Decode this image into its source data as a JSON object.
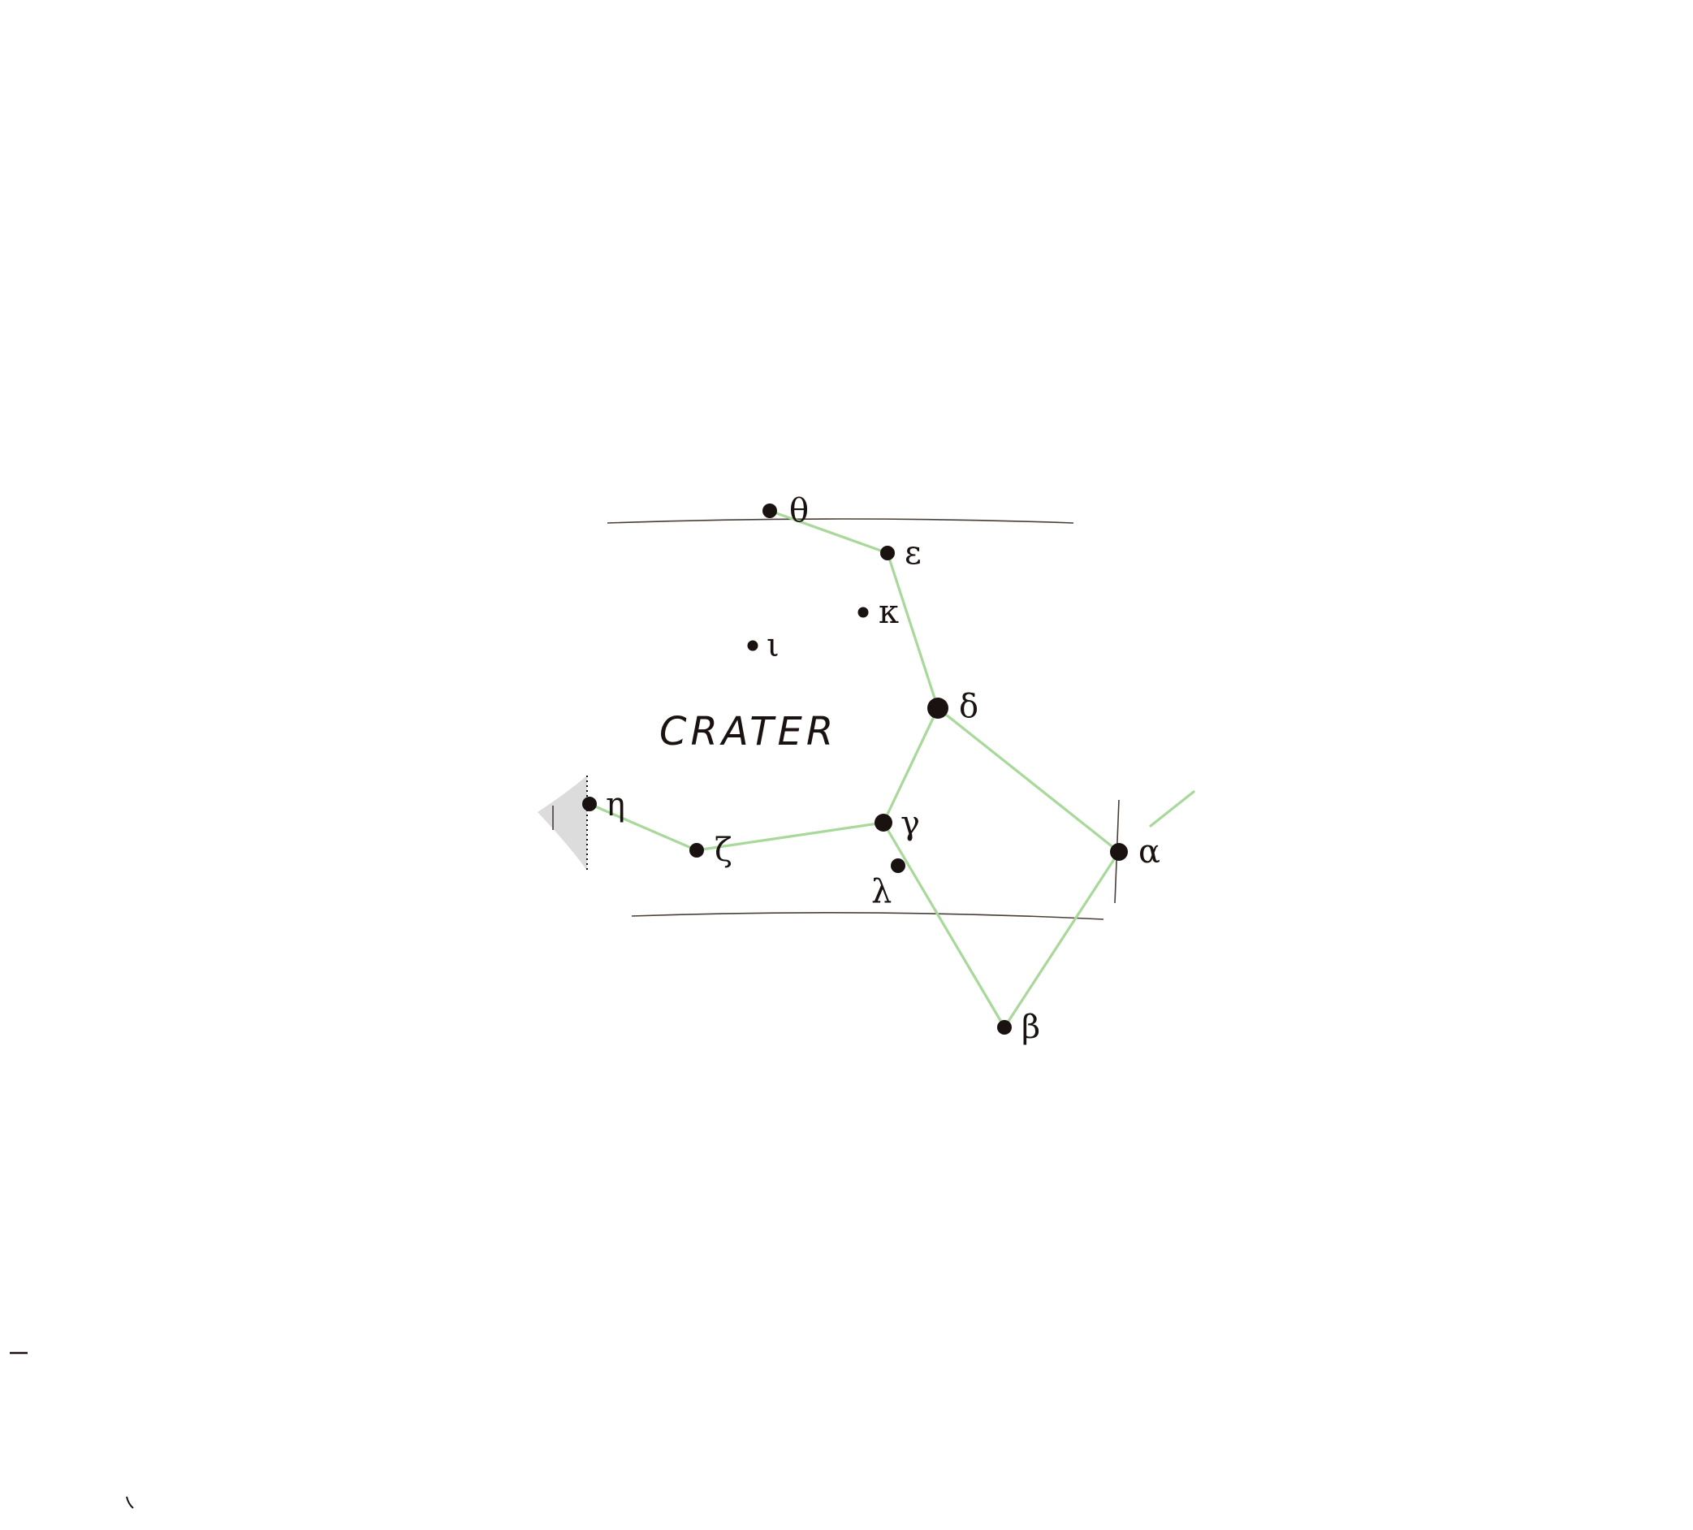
{
  "constellation": {
    "name": "CRATER"
  },
  "colors": {
    "background": "#ffffff",
    "star": "#1a1210",
    "figure_line": "#a8d89a",
    "boundary_line": "#4a3f38",
    "shaded_region": "#dcdcdc"
  },
  "stars": [
    {
      "id": "theta",
      "label": "θ",
      "magnitude_class": "small"
    },
    {
      "id": "epsilon",
      "label": "ε",
      "magnitude_class": "small"
    },
    {
      "id": "kappa",
      "label": "κ",
      "magnitude_class": "tiny"
    },
    {
      "id": "iota",
      "label": "ι",
      "magnitude_class": "tiny"
    },
    {
      "id": "delta",
      "label": "δ",
      "magnitude_class": "large"
    },
    {
      "id": "eta",
      "label": "η",
      "magnitude_class": "small"
    },
    {
      "id": "zeta",
      "label": "ζ",
      "magnitude_class": "small"
    },
    {
      "id": "gamma",
      "label": "γ",
      "magnitude_class": "medium"
    },
    {
      "id": "lambda",
      "label": "λ",
      "magnitude_class": "small"
    },
    {
      "id": "alpha",
      "label": "α",
      "magnitude_class": "medium"
    },
    {
      "id": "beta",
      "label": "β",
      "magnitude_class": "small"
    }
  ],
  "figure_connections": [
    [
      "theta",
      "epsilon"
    ],
    [
      "epsilon",
      "delta"
    ],
    [
      "delta",
      "gamma"
    ],
    [
      "delta",
      "alpha"
    ],
    [
      "eta",
      "zeta"
    ],
    [
      "zeta",
      "gamma"
    ],
    [
      "gamma",
      "beta"
    ],
    [
      "beta",
      "alpha"
    ]
  ]
}
